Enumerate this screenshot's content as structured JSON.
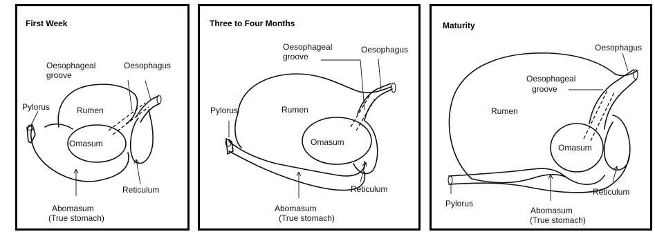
{
  "panels": [
    {
      "title": "First Week",
      "labels": {
        "oesophageal_groove_1": "Oesophageal",
        "oesophageal_groove_2": "groove",
        "oesophagus": "Oesophagus",
        "pylorus": "Pylorus",
        "rumen": "Rumen",
        "omasum": "Omasum",
        "reticulum": "Reticulum",
        "abomasum_1": "Abomasum",
        "abomasum_2": "(True stomach)"
      }
    },
    {
      "title": "Three to Four Months",
      "labels": {
        "oesophageal_groove_1": "Oesophageal",
        "oesophageal_groove_2": "groove",
        "oesophagus": "Oesophagus",
        "pylorus": "Pylorus",
        "rumen": "Rumen",
        "omasum": "Omasum",
        "reticulum": "Reticulum",
        "abomasum_1": "Abomasum",
        "abomasum_2": "(True stomach)"
      }
    },
    {
      "title": "Maturity",
      "labels": {
        "oesophagus": "Oesophagus",
        "oesophageal_groove_1": "Oesophageal",
        "oesophageal_groove_2": "groove",
        "rumen": "Rumen",
        "omasum": "Omasum",
        "reticulum": "Reticulum",
        "pylorus": "Pylorus",
        "abomasum_1": "Abomasum",
        "abomasum_2": "(True stomach)"
      }
    }
  ]
}
